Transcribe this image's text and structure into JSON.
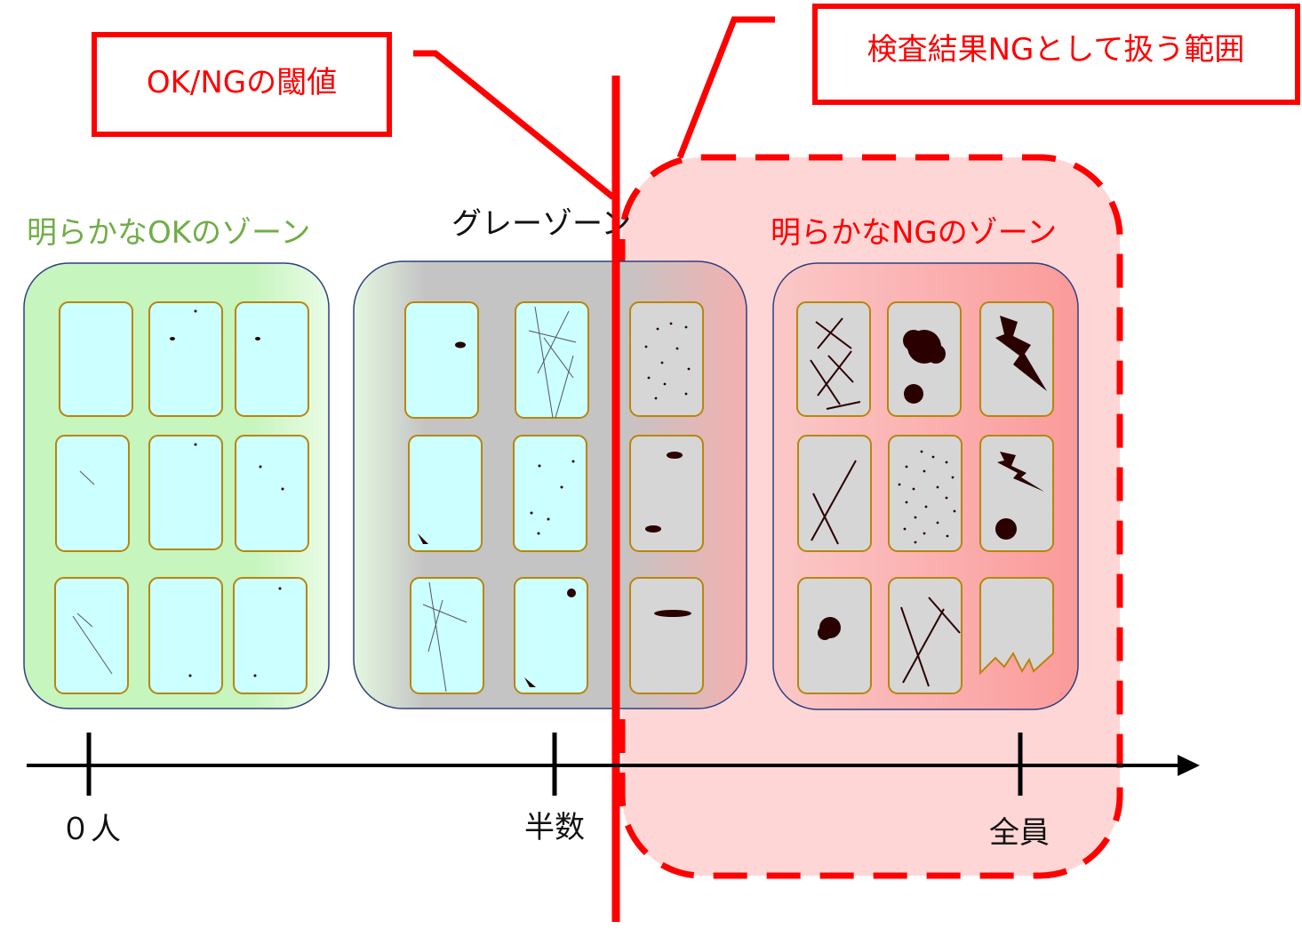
{
  "callouts": {
    "threshold": "OK/NGの閾値",
    "ng_range": "検査結果NGとして扱う範囲"
  },
  "zones": {
    "ok": "明らかなOKのゾーン",
    "gray": "グレーゾーン",
    "ng": "明らかなNGのゾーン"
  },
  "axis": {
    "ticks": [
      "０人",
      "半数",
      "全員"
    ]
  },
  "colors": {
    "accent": "#ff0000",
    "ok_label": "#70ad47",
    "card_ok": "#ccffff",
    "card_ng": "#d6d6d6",
    "ng_range_fill": "#ffd6d6"
  }
}
